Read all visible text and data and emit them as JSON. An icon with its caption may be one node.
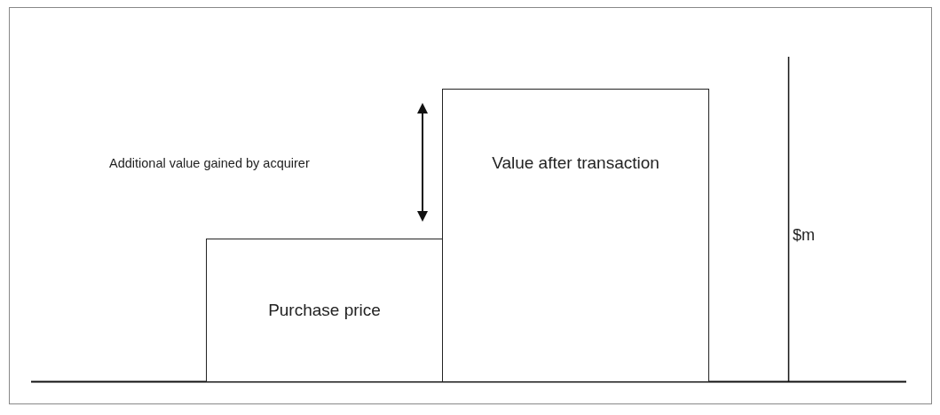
{
  "diagram": {
    "nodes": [
      {
        "text": [
          "Purchase price"
        ]
      },
      {
        "text": [
          "Value after transaction"
        ]
      }
    ],
    "labels": [
      "Additional value gained by acquirer",
      "$m"
    ]
  }
}
